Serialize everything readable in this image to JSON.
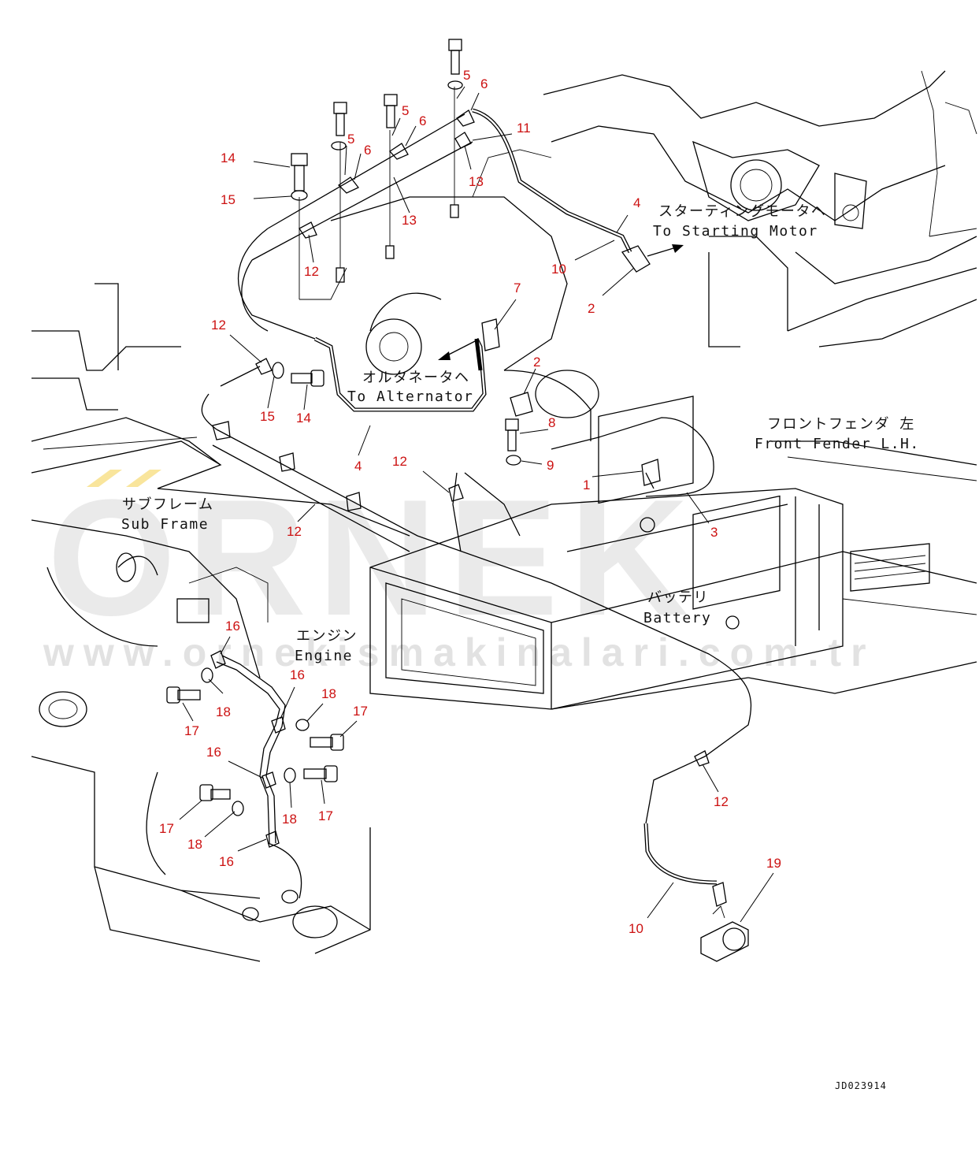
{
  "watermark": {
    "brand": "ORNEK",
    "url": "www.ornekismakinalari.com.tr"
  },
  "drawing_code": "JD023914",
  "labels": {
    "starting_motor_jp": "スターティングモータヘ",
    "starting_motor_en": "To Starting Motor",
    "alternator_jp": "オルタネータヘ",
    "alternator_en": "To Alternator",
    "front_fender_jp": "フロントフェンダ 左",
    "front_fender_en": "Front Fender L.H.",
    "sub_frame_jp": "サブフレーム",
    "sub_frame_en": "Sub Frame",
    "battery_jp": "バッテリ",
    "battery_en": "Battery",
    "engine_jp": "エンジン",
    "engine_en": "Engine"
  },
  "callouts": [
    "5",
    "6",
    "5",
    "6",
    "11",
    "5",
    "6",
    "14",
    "15",
    "13",
    "13",
    "12",
    "4",
    "10",
    "2",
    "7",
    "2",
    "12",
    "15",
    "14",
    "8",
    "9",
    "4",
    "12",
    "1",
    "12",
    "3",
    "16",
    "16",
    "18",
    "17",
    "17",
    "18",
    "16",
    "18",
    "17",
    "17",
    "18",
    "16",
    "12",
    "19",
    "10"
  ],
  "colors": {
    "callout": "#cc1111",
    "line": "#000000",
    "watermark": "#d9d9d9"
  }
}
